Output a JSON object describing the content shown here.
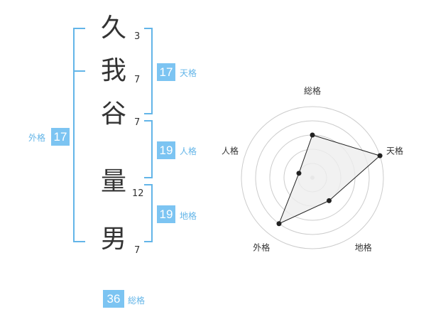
{
  "name_chars": [
    {
      "char": "久",
      "strokes": "3"
    },
    {
      "char": "我",
      "strokes": "7"
    },
    {
      "char": "谷",
      "strokes": "7"
    },
    {
      "char": "量",
      "strokes": "12"
    },
    {
      "char": "男",
      "strokes": "7"
    }
  ],
  "kakusu": {
    "tenkaku": {
      "value": "17",
      "label": "天格"
    },
    "jinkaku": {
      "value": "19",
      "label": "人格"
    },
    "chikaku": {
      "value": "19",
      "label": "地格"
    },
    "gaikaku": {
      "value": "17",
      "label": "外格"
    },
    "soukaku": {
      "value": "36",
      "label": "総格"
    }
  },
  "radar": {
    "labels": [
      "総格",
      "天格",
      "地格",
      "外格",
      "人格"
    ],
    "values": [
      3,
      5,
      2,
      4,
      1
    ],
    "max": 5,
    "ring_color": "#cccccc",
    "fill_color": "#eeeeee",
    "line_color": "#222222"
  }
}
